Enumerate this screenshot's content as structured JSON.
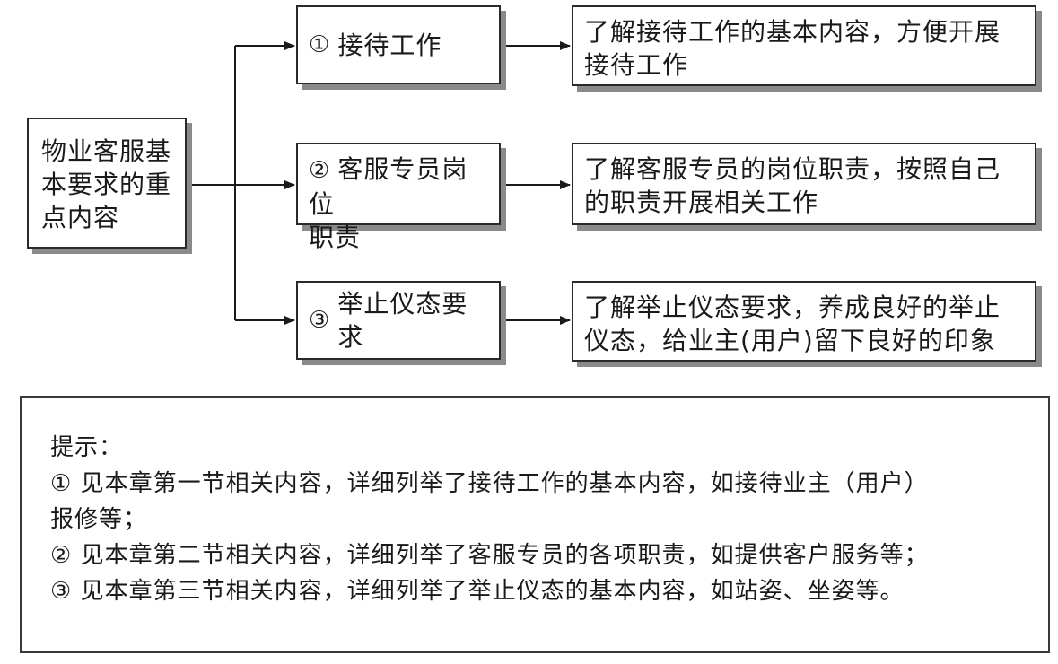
{
  "root": {
    "lines": [
      "物业客服基",
      "本要求的重",
      "点内容"
    ]
  },
  "branches": [
    {
      "marker": "①",
      "lines": [
        "接待工作"
      ]
    },
    {
      "marker": "②",
      "lines": [
        "客服专员岗位",
        "职责"
      ]
    },
    {
      "marker": "③",
      "lines": [
        "举止仪态要求"
      ]
    }
  ],
  "details": [
    {
      "lines": [
        "了解接待工作的基本内容，方便开展",
        "接待工作"
      ]
    },
    {
      "lines": [
        "了解客服专员的岗位职责，按照自己",
        "的职责开展相关工作"
      ]
    },
    {
      "lines": [
        "了解举止仪态要求，养成良好的举止",
        "仪态，给业主(用户)留下良好的印象"
      ]
    }
  ],
  "tips": {
    "heading": "提示：",
    "lines": [
      "① 见本章第一节相关内容，详细列举了接待工作的基本内容，如接待业主（用户）",
      "报修等；",
      "② 见本章第二节相关内容，详细列举了客服专员的各项职责，如提供客户服务等；",
      "③ 见本章第三节相关内容，详细列举了举止仪态的基本内容，如站姿、坐姿等。"
    ]
  }
}
